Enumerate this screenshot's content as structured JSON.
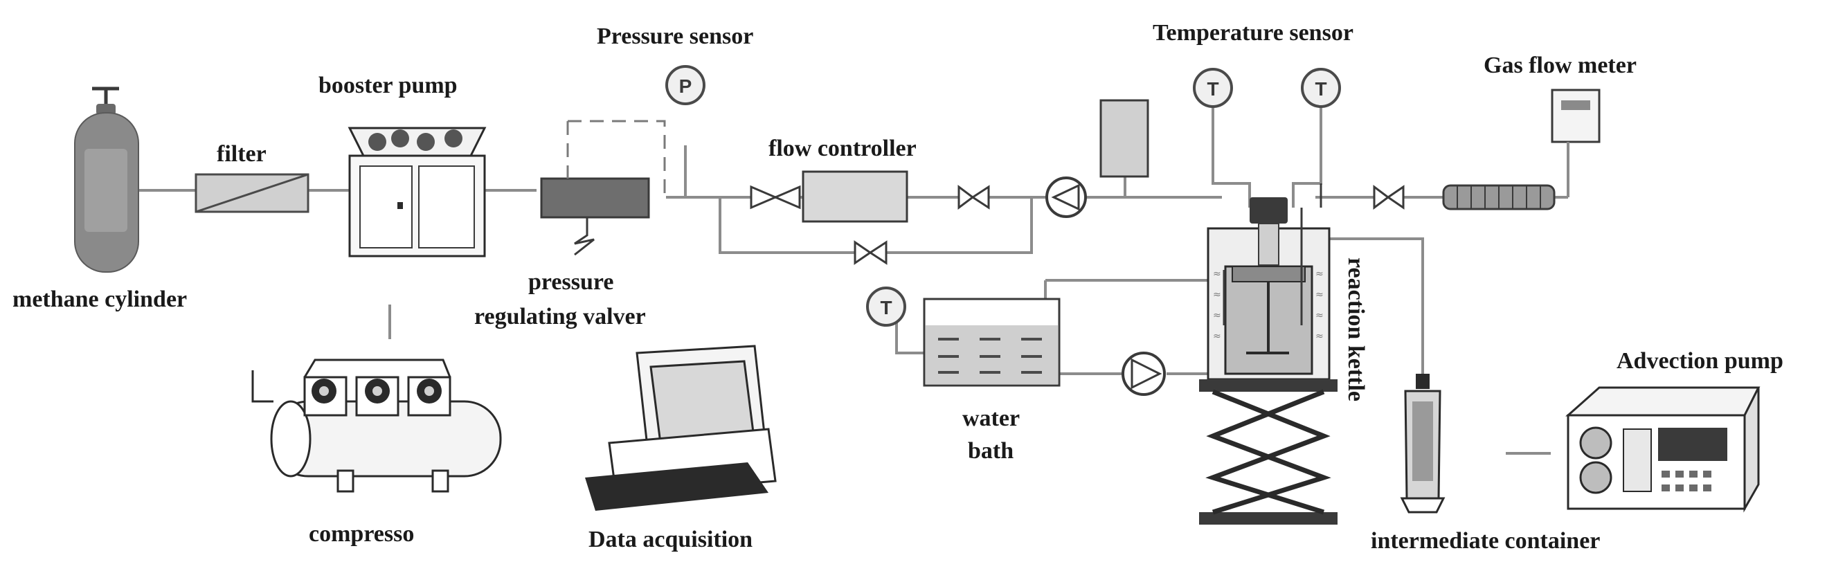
{
  "labels": {
    "methane_cylinder": "methane cylinder",
    "filter": "filter",
    "booster_pump": "booster pump",
    "compresso": "compresso",
    "pressure_sensor": "Pressure sensor",
    "prv_line1": "pressure",
    "prv_line2": "regulating valver",
    "flow_controller": "flow controller",
    "data_acquisition": "Data acquisition",
    "water_bath_line1": "water",
    "water_bath_line2": "bath",
    "temperature_sensor": "Temperature sensor",
    "reaction_kettle": "reaction kettle",
    "gas_flow_meter": "Gas flow meter",
    "advection_pump": "Advection pump",
    "intermediate_container": "intermediate container"
  },
  "gauge_letters": {
    "pressure": "P",
    "temperature": "T"
  },
  "colors": {
    "line": "#8c8c8c",
    "cylinder": "#8a8a8a",
    "filter": "#d0d0d0",
    "valve_body": "#6e6e6e",
    "flow_box": "#d9d9d9",
    "water": "#cfcfcf",
    "dark": "#2a2a2a"
  },
  "icons": {
    "gauge": "dial-gauge-icon",
    "valve": "bowtie-valve-icon",
    "pump": "circulation-pump-icon"
  }
}
